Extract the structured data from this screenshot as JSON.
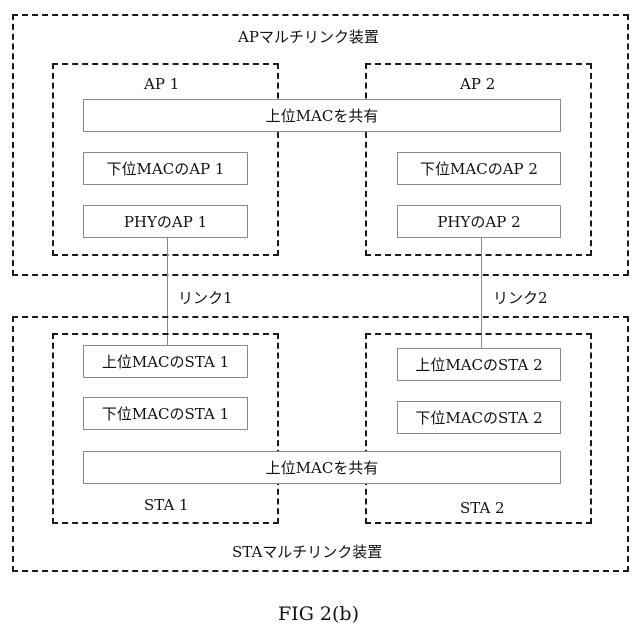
{
  "ap_mld": {
    "title": "APマルチリンク装置",
    "shared_upper_mac": "上位MACを共有",
    "ap1": {
      "label": "AP 1",
      "lower_mac": "下位MACのAP 1",
      "phy": "PHYのAP 1"
    },
    "ap2": {
      "label": "AP 2",
      "lower_mac": "下位MACのAP 2",
      "phy": "PHYのAP 2"
    }
  },
  "links": {
    "link1": "リンク1",
    "link2": "リンク2"
  },
  "sta_mld": {
    "title": "STAマルチリンク装置",
    "shared_upper_mac": "上位MACを共有",
    "sta1": {
      "label": "STA 1",
      "upper_mac": "上位MACのSTA 1",
      "lower_mac": "下位MACのSTA 1"
    },
    "sta2": {
      "label": "STA 2",
      "upper_mac": "上位MACのSTA 2",
      "lower_mac": "下位MACのSTA 2"
    }
  },
  "caption": "FIG 2(b)"
}
